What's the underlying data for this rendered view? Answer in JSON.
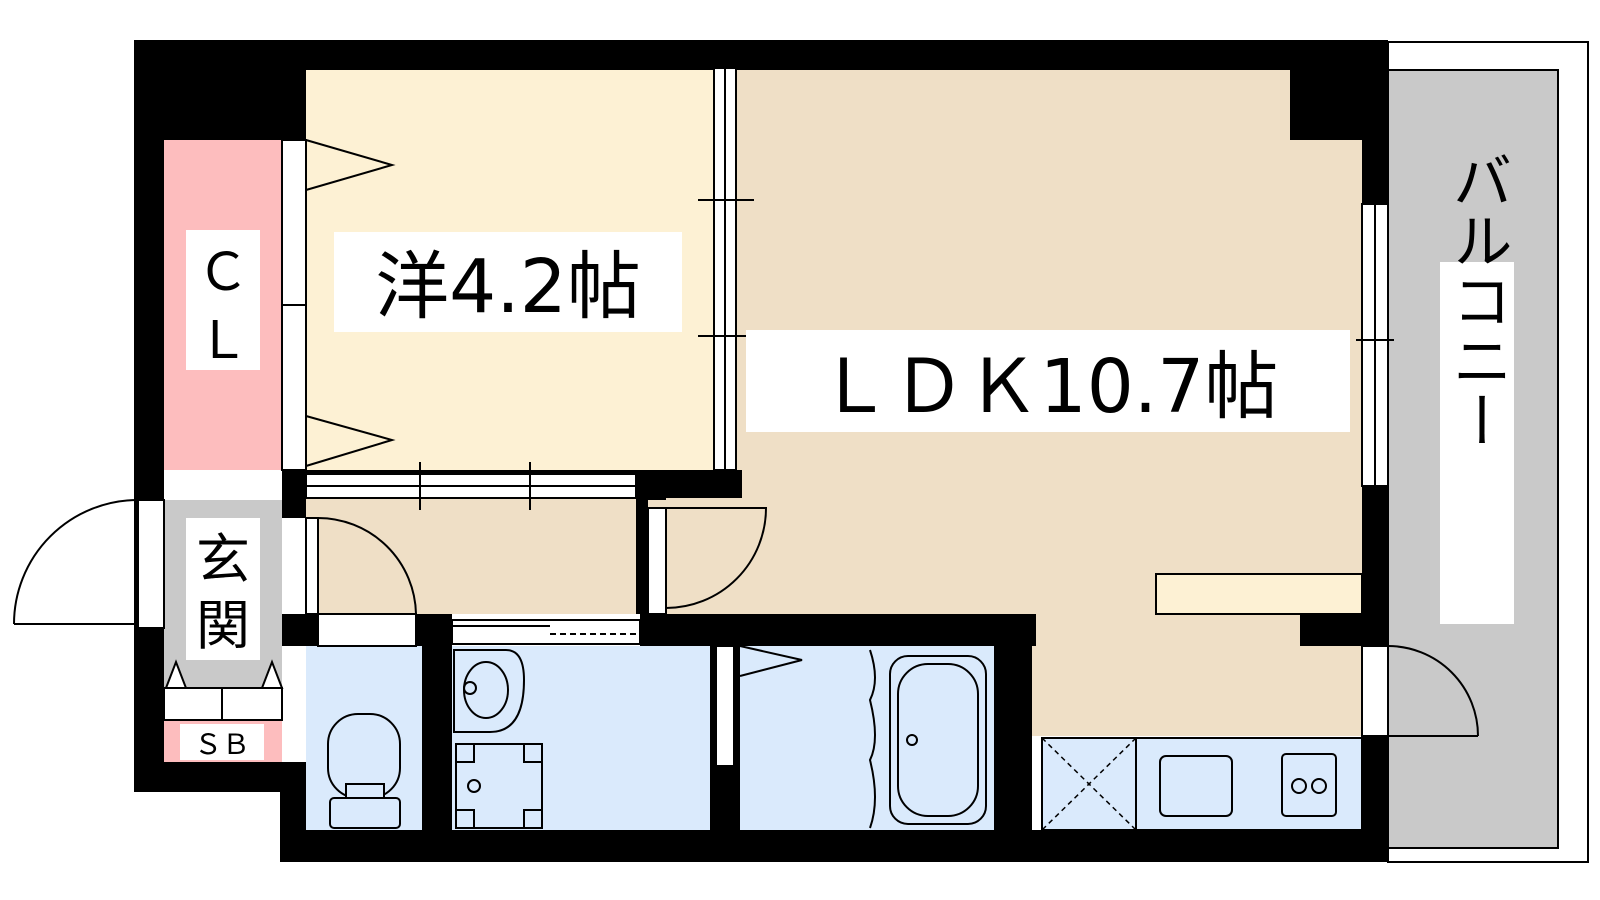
{
  "rooms": {
    "western_room": {
      "label": "洋4.2帖",
      "color": "#fdf1d4"
    },
    "ldk": {
      "label": "ＬＤＫ10.7帖",
      "color": "#efdfc6"
    },
    "closet": {
      "label_line1": "Ｃ",
      "label_line2": "Ｌ",
      "color": "#fdbdbe"
    },
    "entrance": {
      "label_line1": "玄",
      "label_line2": "関",
      "color": "#c9c9c9"
    },
    "shoe_box": {
      "label": "ＳＢ",
      "color": "#fdbdbe"
    },
    "balcony": {
      "label": "バルコニー",
      "color": "#c9c9c9"
    },
    "wet_area": {
      "color": "#daeafc"
    }
  },
  "colors": {
    "wall": "#000000",
    "storage_strip": "#fdf1d4"
  }
}
